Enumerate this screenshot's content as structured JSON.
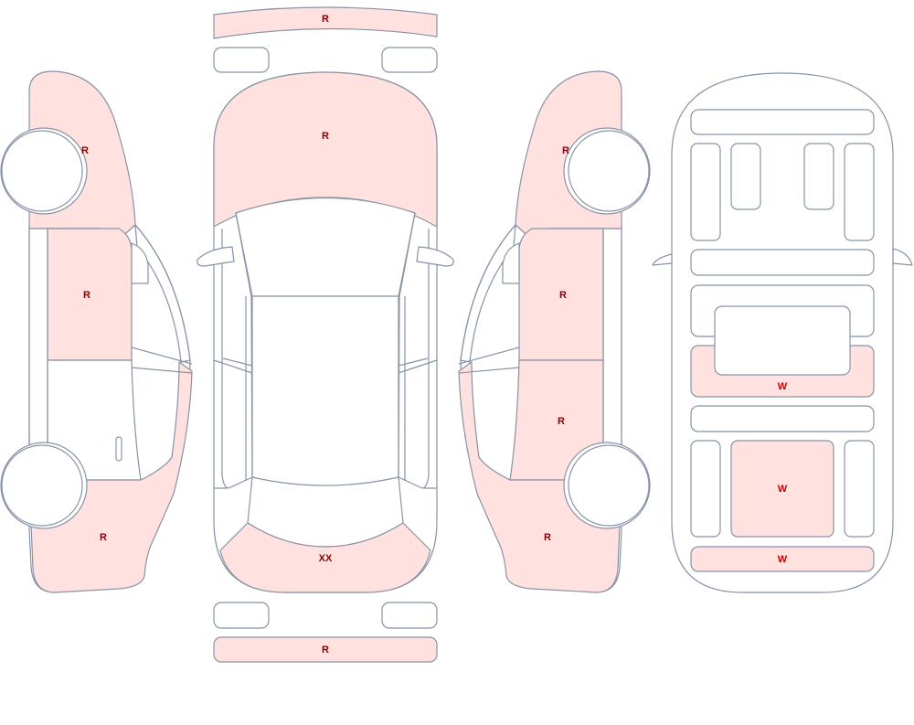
{
  "colors": {
    "outline": "#8892a6",
    "damaged_fill": "#ffe1df",
    "plain_fill": "#ffffff",
    "label_r": "#8b0000",
    "label_w": "#cc0000"
  },
  "labels": {
    "rear_bumper_top": "R",
    "hood": "R",
    "front_bumper": "R",
    "tailgate": "XX",
    "left_front_fender": "R",
    "left_front_door": "R",
    "left_rear_quarter": "R",
    "right_front_fender": "R",
    "right_front_door": "R",
    "right_rear_door": "R",
    "right_rear_quarter": "R",
    "interior_rear_row": "W",
    "interior_trunk_center": "W",
    "interior_trunk_bottom": "W"
  }
}
